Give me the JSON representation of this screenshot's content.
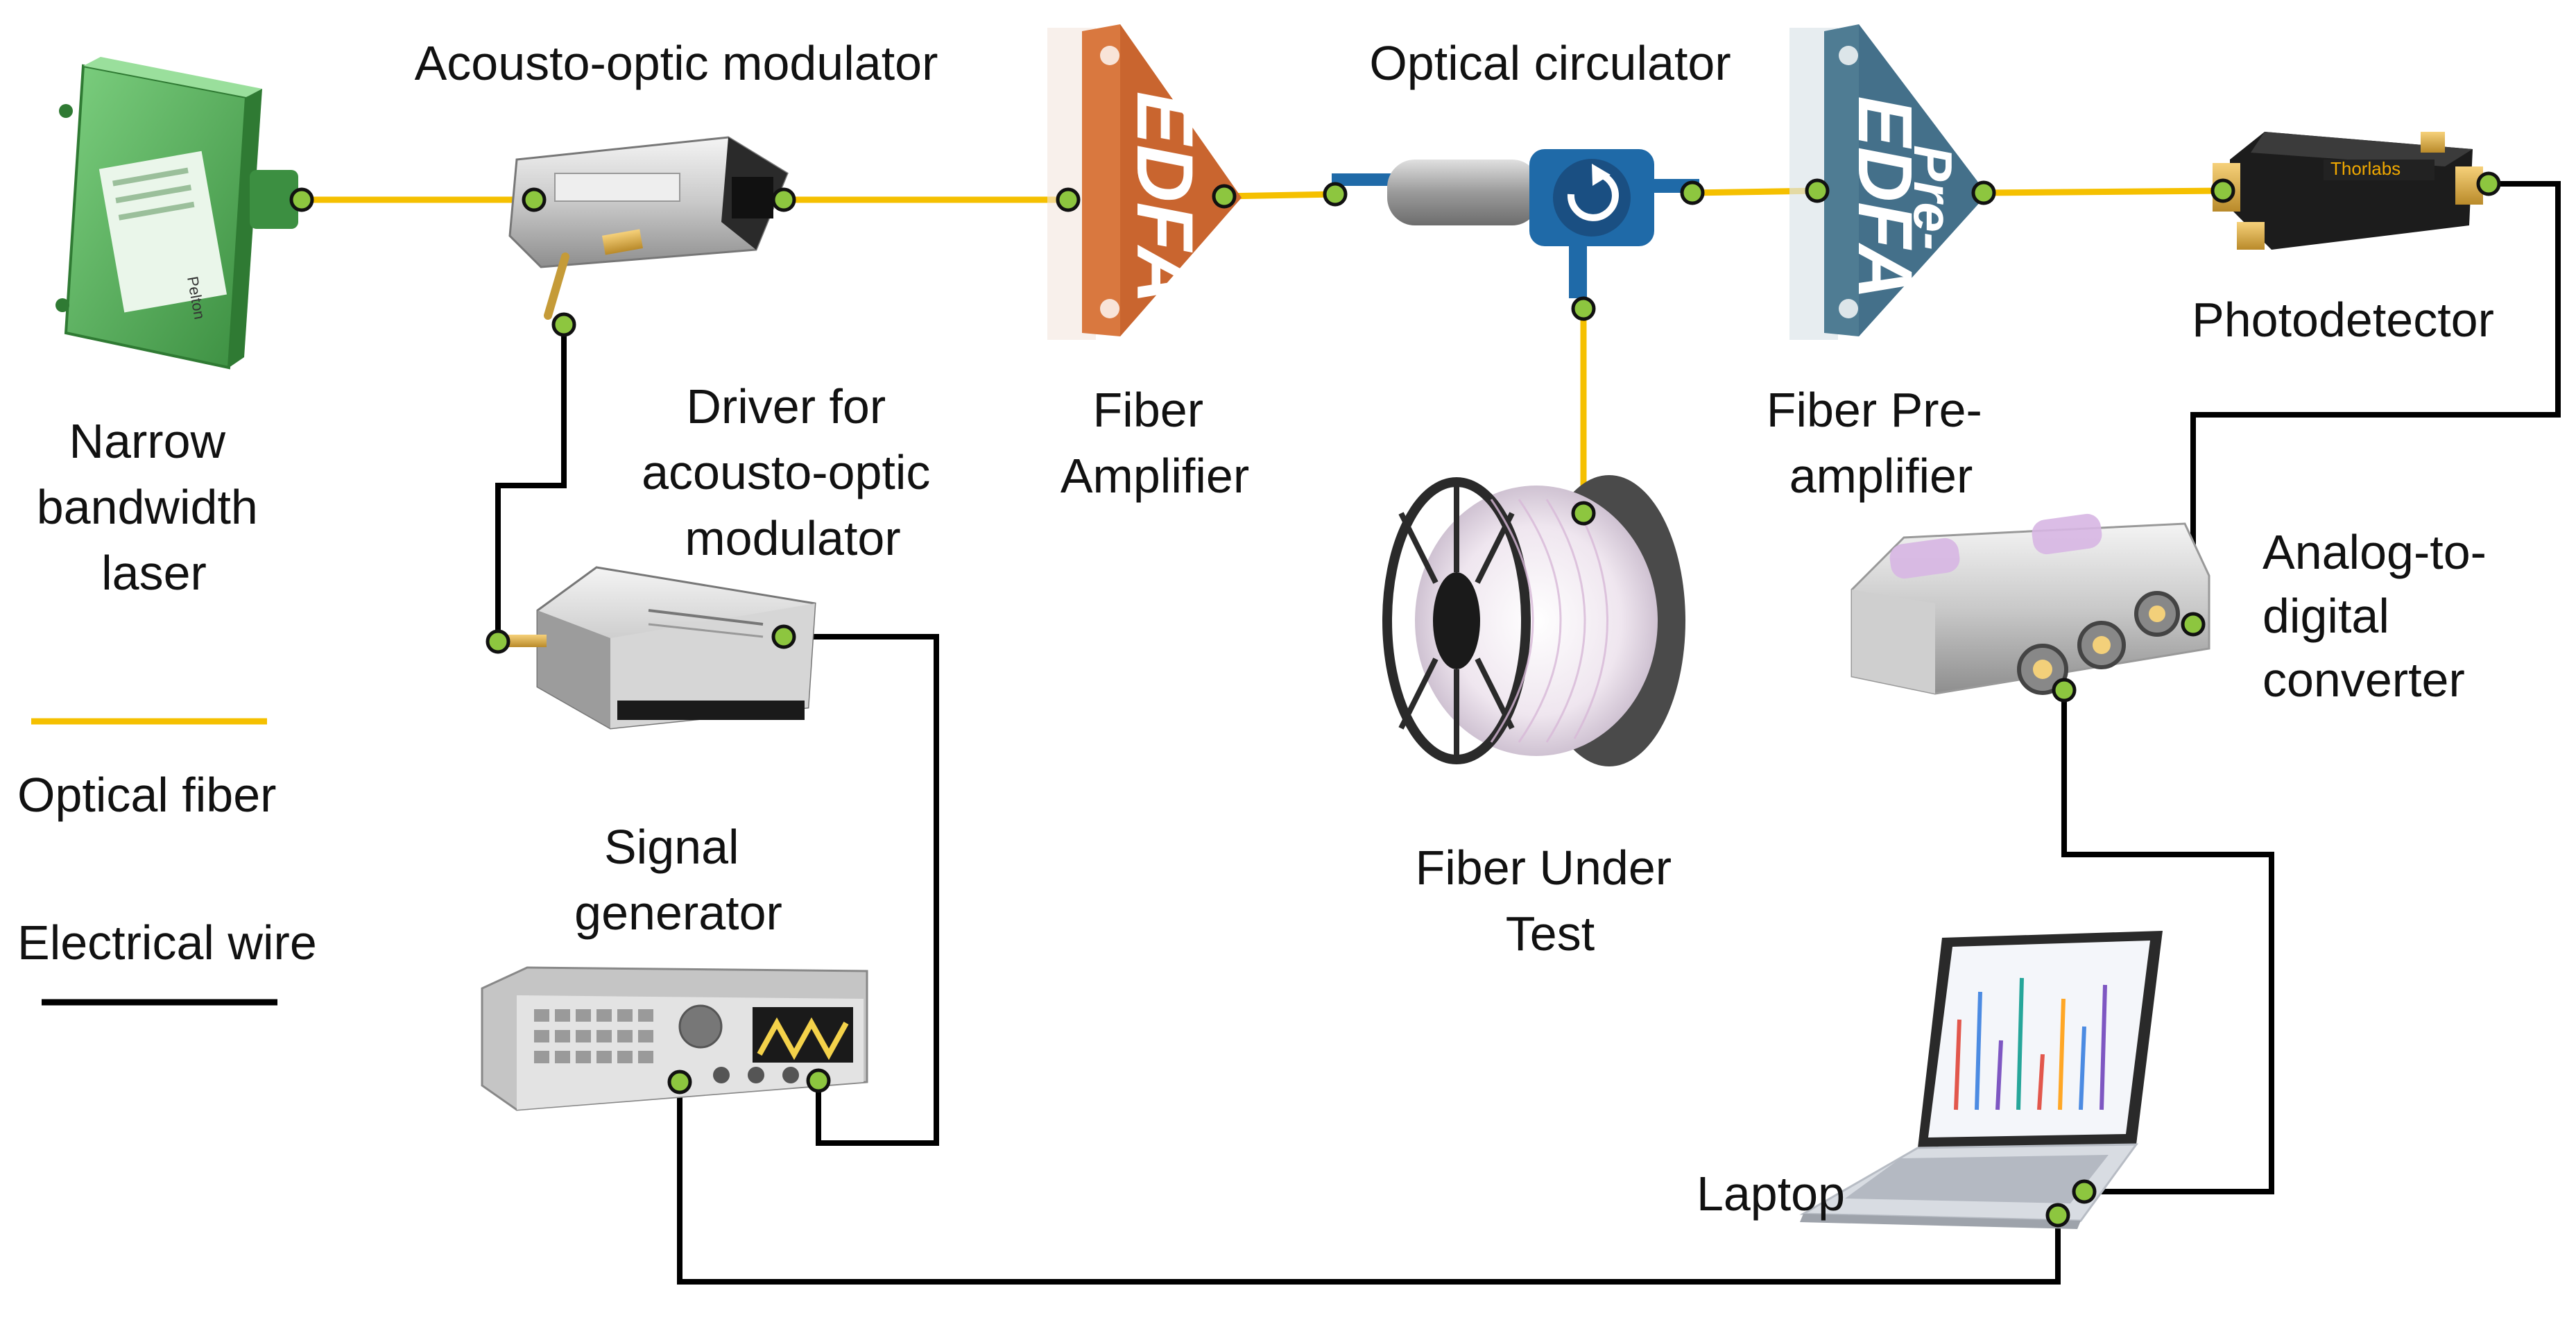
{
  "labels": {
    "laser": [
      "Narrow",
      "bandwidth",
      "laser"
    ],
    "aom": [
      "Acousto-optic modulator"
    ],
    "aom_driver": [
      "Driver for",
      "acousto-optic",
      "modulator"
    ],
    "signal_generator": [
      "Signal",
      "generator"
    ],
    "fiber_amplifier": [
      "Fiber",
      "Amplifier"
    ],
    "optical_circulator": [
      "Optical circulator"
    ],
    "fiber_under_test": [
      "Fiber Under",
      "Test"
    ],
    "fiber_preamplifier": [
      "Fiber Pre-",
      "amplifier"
    ],
    "photodetector": [
      "Photodetector"
    ],
    "adc": [
      "Analog-to-",
      "digital",
      "converter"
    ],
    "laptop": [
      "Laptop"
    ]
  },
  "device_text": {
    "edfa": "EDFA",
    "pre_edfa_line1": "Pre-",
    "pre_edfa_line2": "EDFA",
    "laser_brand": "Pelton",
    "photodetector_brand": "Thorlabs"
  },
  "legend": {
    "optical_fiber": "Optical fiber",
    "electrical_wire": "Electrical wire"
  },
  "colors": {
    "optical_fiber": "#f5c000",
    "electrical_wire": "#000000",
    "connector_dot": "#8dc63f",
    "edfa_body": "#d9783f",
    "pre_edfa_body": "#4f7c93",
    "circulator_blue": "#1f6aa8",
    "laser_green": "#4caf50"
  }
}
